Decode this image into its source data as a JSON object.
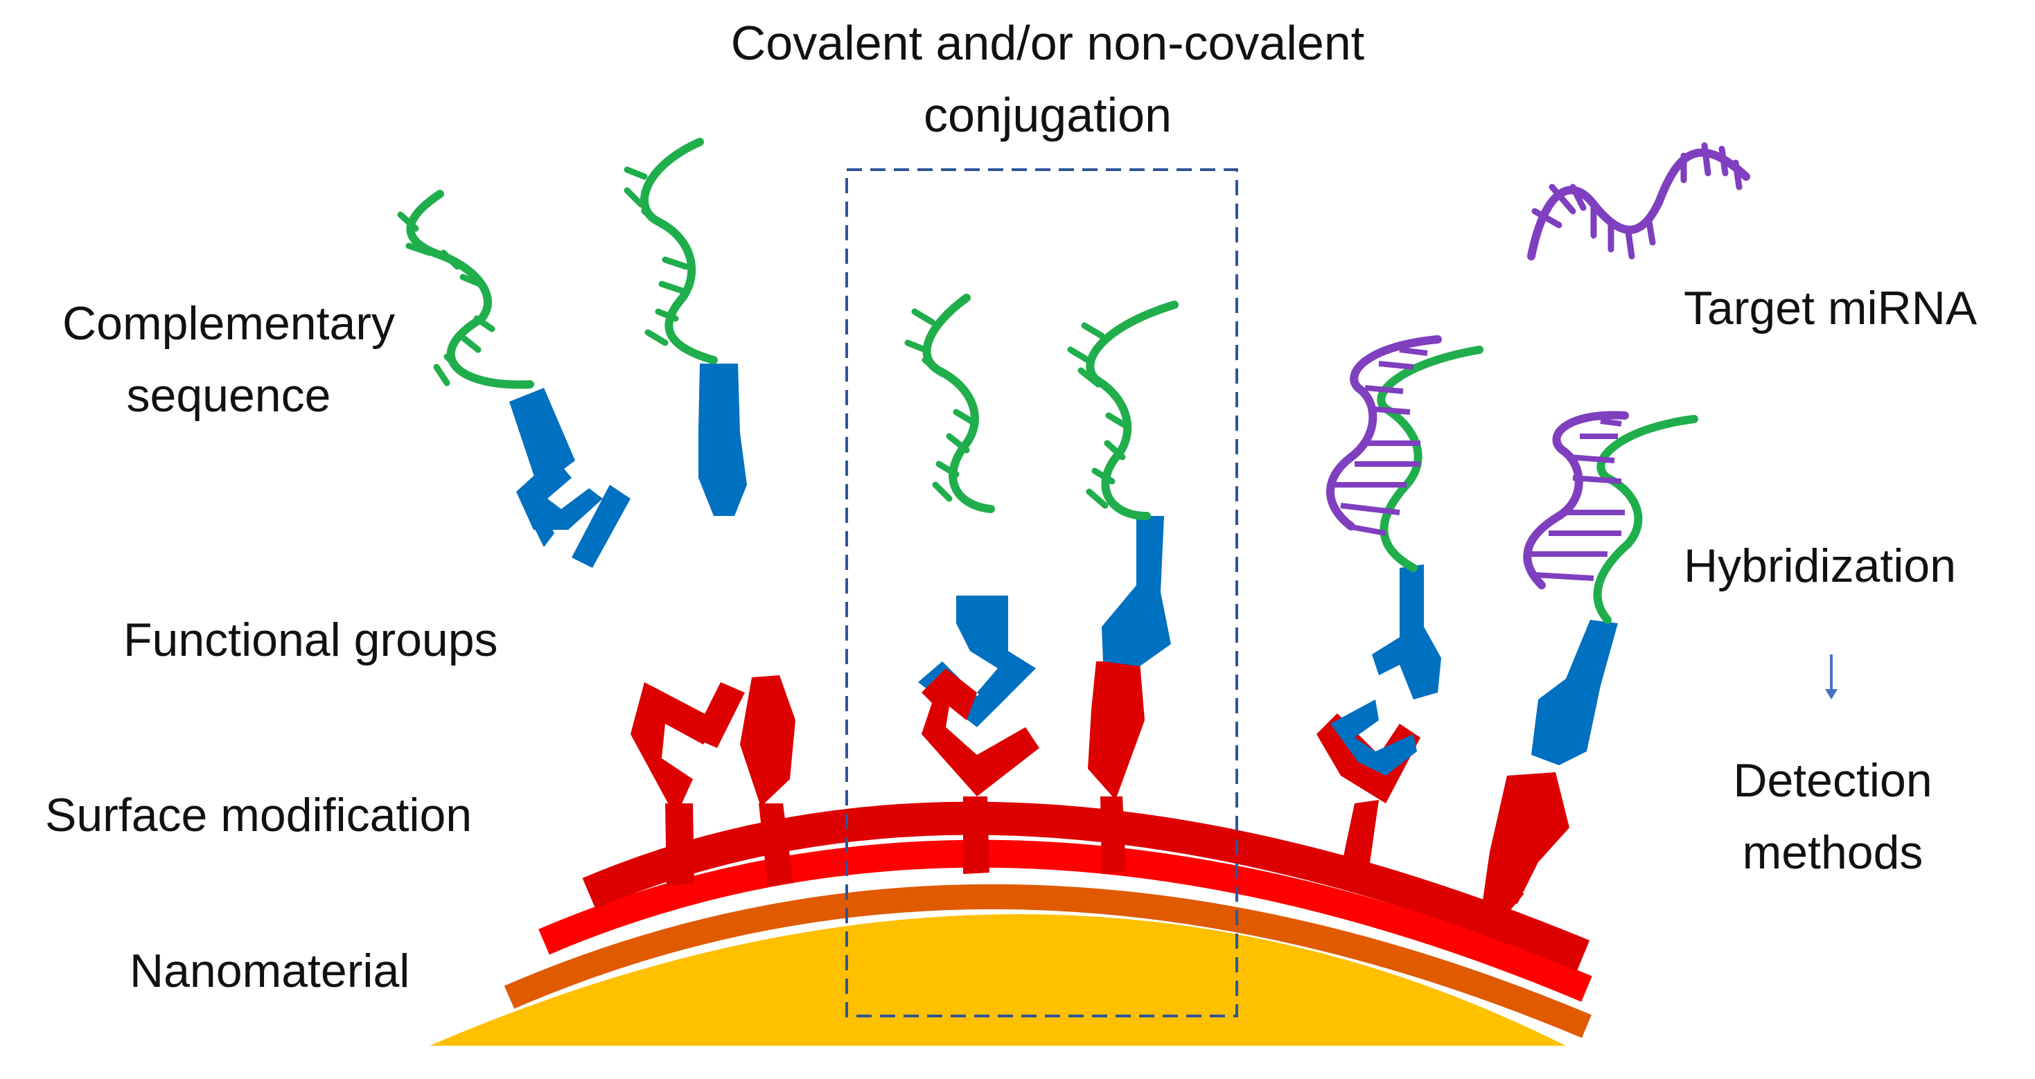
{
  "labels": {
    "conjugation": [
      "Covalent and/or non-covalent",
      "conjugation"
    ],
    "complementary": [
      "Complementary",
      "sequence"
    ],
    "functional_groups": "Functional groups",
    "surface_modification": "Surface modification",
    "nanomaterial": "Nanomaterial",
    "target_mirna": "Target miRNA",
    "hybridization": "Hybridization",
    "detection": [
      "Detection",
      "methods"
    ]
  },
  "colors": {
    "nanomaterial_core": "#ffc000",
    "nanomaterial_rim": "#e05a00",
    "surface_layer": "#ff0000",
    "surface_layer_dark": "#dd0000",
    "functional_group_red": "#dd0000",
    "functional_group_blue": "#0070c0",
    "probe_strand": "#1fae4b",
    "target_strand": "#7f3fbf",
    "box_dash": "#2f5597",
    "arrow": "#4472c4"
  }
}
